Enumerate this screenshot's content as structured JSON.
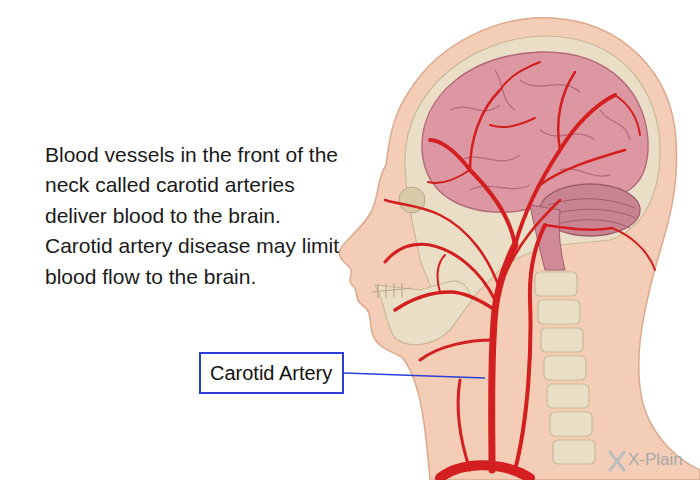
{
  "diagram": {
    "nodes": [
      {
        "text": [
          "Carotid Artery"
        ]
      }
    ],
    "labels": [
      "Blood vessels in the front of the neck called carotid arteries deliver blood to the brain. Carotid artery disease may limit blood flow to the brain.",
      "X-Plain"
    ]
  }
}
